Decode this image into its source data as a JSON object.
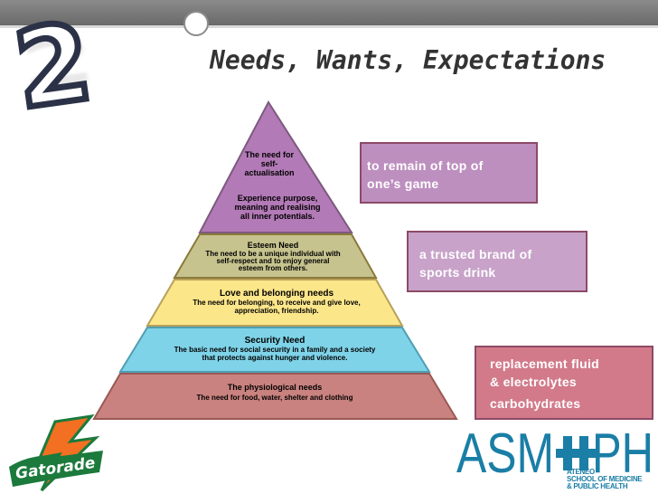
{
  "slide": {
    "title": "Needs, Wants, Expectations",
    "number": "2"
  },
  "pyramid": {
    "levels": [
      {
        "id": "self-actualisation",
        "color": "#b27ab6",
        "lines": [
          "The need for",
          "self-",
          "actualisation",
          "",
          "Experience purpose,",
          "meaning and realising",
          "all inner potentials."
        ]
      },
      {
        "id": "esteem",
        "color": "#c6c38e",
        "lines": [
          "Esteem Need",
          "The need to be a unique individual with",
          "self-respect and to enjoy general",
          "esteem from others."
        ]
      },
      {
        "id": "love",
        "color": "#fce68a",
        "lines": [
          "Love and belonging needs",
          "The need for belonging, to receive and give love,",
          "appreciation, friendship."
        ]
      },
      {
        "id": "security",
        "color": "#7fd3e8",
        "lines": [
          "Security Need",
          "The basic need for social security in a family and a society",
          "that protects against hunger and violence."
        ]
      },
      {
        "id": "physiological",
        "color": "#c9827f",
        "lines": [
          "The physiological needs",
          "The need for food, water, shelter and clothing"
        ]
      }
    ]
  },
  "callouts": {
    "top": {
      "line1": "to remain of top of",
      "line2": "one’s game"
    },
    "middle": {
      "line1": "a trusted brand of",
      "line2": "sports drink"
    },
    "bottom": {
      "line1": "replacement fluid",
      "line2": "& electrolytes",
      "line3": "carbohydrates"
    }
  },
  "logos": {
    "gatorade": "Gatorade",
    "asph": {
      "main": "ASM",
      "main2": "PH",
      "sub1": "ATENEO",
      "sub2": "SCHOOL OF MEDICINE",
      "sub3": "& PUBLIC HEALTH"
    }
  },
  "colors": {
    "topbar": "#6a6a6a",
    "pyramid_border": "#8a7a3a",
    "asph_blue": "#1a7ea6",
    "gatorade_orange": "#f36f21",
    "gatorade_green": "#1b7a3c"
  }
}
